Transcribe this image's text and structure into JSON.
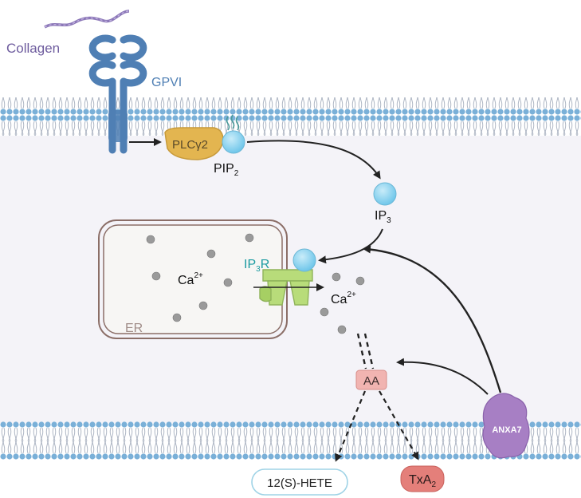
{
  "labels": {
    "collagen": "Collagen",
    "gpvi": "GPVI",
    "plc": "PLCγ2",
    "pip": "PIP",
    "pip_sub": "2",
    "ip3": "IP",
    "ip3_sub": "3",
    "ip3r": "IP",
    "ip3r_sub": "3",
    "ip3r_tail": "R",
    "ca_er": "Ca",
    "ca_er_sup": "2+",
    "ca_cyto": "Ca",
    "ca_cyto_sup": "2+",
    "er": "ER",
    "aa": "AA",
    "anxa7": "ANXA7",
    "hete": "12(S)-HETE",
    "txa": "TxA",
    "txa_sub": "2"
  },
  "colors": {
    "receptor": "#4f7fb4",
    "collagen": "#8c78b8",
    "plc": "#e3b550",
    "lipid_head": "#7ab0d8",
    "pip_ball": "#8fd3ef",
    "ip3r": "#b8dc7a",
    "er_border": "#8b6e67",
    "aa_box": "#f1b4b1",
    "txa_box": "#e47f7a",
    "hete_border": "#9fd3e6",
    "anxa7": "#a77fc4",
    "ion_gray": "#9a9a9a",
    "cyto_band": "#f4f3f8"
  }
}
